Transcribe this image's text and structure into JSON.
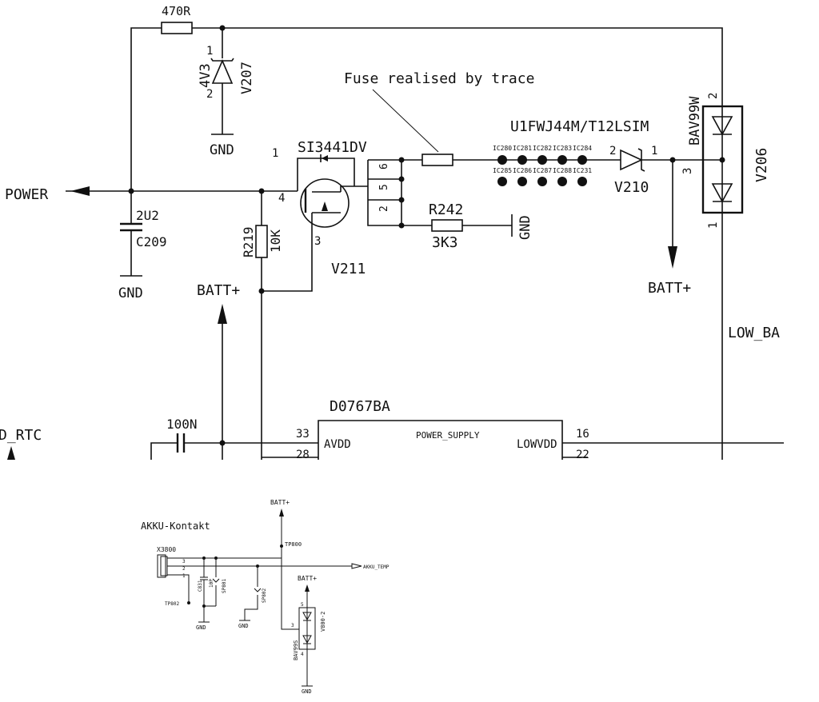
{
  "top": {
    "r_top": "470R",
    "v207_value": "4V3",
    "v207_ref": "V207",
    "v207_pin1": "1",
    "v207_pin2": "2",
    "gnd_v207": "GND",
    "fuse_note": "Fuse realised by trace",
    "fuse_part": "U1FWJ44M/T12LSIM",
    "bav99w": "BAV99W",
    "v206": "V206",
    "v206_pin1": "1",
    "v206_pin2": "2",
    "v206_pin3": "3",
    "si3441": "SI3441DV",
    "si_pin1": "1",
    "si_pin4": "4",
    "si_pin3": "3",
    "si_pin6": "6",
    "si_pin5": "5",
    "si_pin2": "2",
    "v211": "V211",
    "power": "POWER",
    "c209_value": "2U2",
    "c209_ref": "C209",
    "gnd_c209": "GND",
    "r219_ref": "R219",
    "r219_value": "10K",
    "r242_ref": "R242",
    "r242_value": "3K3",
    "gnd_r242": "GND",
    "ic_row1": [
      "IC280",
      "IC281",
      "IC282",
      "IC283",
      "IC284"
    ],
    "ic_row2": [
      "IC285",
      "IC286",
      "IC287",
      "IC288",
      "IC231"
    ],
    "v210": "V210",
    "v210_pin2": "2",
    "v210_pin1": "1",
    "batt_left": "BATT+",
    "batt_right": "BATT+",
    "low_ba": "LOW_BA",
    "rtc": "D_RTC",
    "cap_100n": "100N",
    "d0767ba": "D0767BA",
    "power_supply": "POWER_SUPPLY",
    "pin33": "33",
    "pin28": "28",
    "avdd": "AVDD",
    "lowvdd": "LOWVDD",
    "pin16": "16",
    "pin22": "22"
  },
  "bottom": {
    "batt_top": "BATT+",
    "akku_title": "AKKU-Kontakt",
    "x3800": "X3800",
    "xpin3": "3",
    "xpin2": "2",
    "xpin1": "1",
    "tp800": "TP800",
    "akku_temp": "AKKU_TEMP",
    "batt_mid": "BATT+",
    "tp802": "TP802",
    "c831": "C831",
    "c831_val": "10P",
    "sp801": "SP801",
    "sp802": "SP802",
    "gnd_a": "GND",
    "gnd_b": "GND",
    "v800": "V800-2",
    "bav99": "BAV99S",
    "bpin3": "3",
    "bpin5": "5",
    "bpin4": "4",
    "gnd_c": "GND"
  }
}
